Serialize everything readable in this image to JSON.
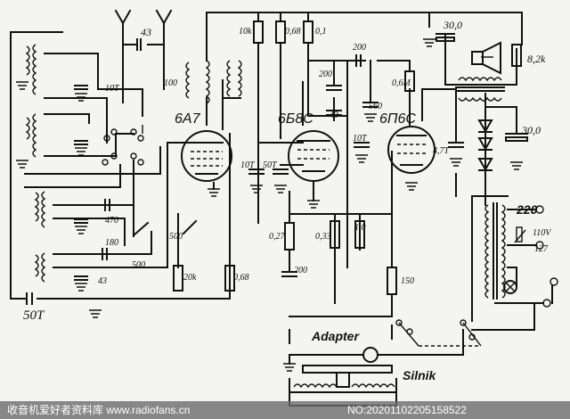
{
  "tubes": [
    "6A7",
    "6Б8С",
    "6П6С"
  ],
  "values": {
    "c43_top": "43",
    "c10t_left": "10T",
    "c100": "100",
    "r10k": "10k",
    "r068_top": "0,68",
    "r01": "0,1",
    "c200_top": "200",
    "c200_mid": "200",
    "c43_mid": "43",
    "c560": "560",
    "r06m": "0,6M",
    "c30_top": "30,0",
    "r82k": "8,2k",
    "c30_right": "30,0",
    "c47t": "4,7T",
    "c10t_a": "10T",
    "c50t_a": "50T",
    "c10t_b": "10T",
    "c470": "470",
    "c180": "180",
    "c500_a": "500",
    "c500_b": "500",
    "c43_low": "43",
    "r20k": "20k",
    "r068_low": "0,68",
    "r027": "0,27",
    "c200_low": "200",
    "r033": "0,33",
    "r10": "1,0",
    "r150": "150",
    "c50t_bottom": "50T",
    "v220": "220",
    "v110": "110V",
    "v127": "127"
  },
  "labels": {
    "adapter": "Adapter",
    "silnik": "Silnik"
  },
  "watermark": {
    "left": "收音机爱好者资料库 www.radiofans.cn",
    "right": "NO:20201102205158522"
  }
}
